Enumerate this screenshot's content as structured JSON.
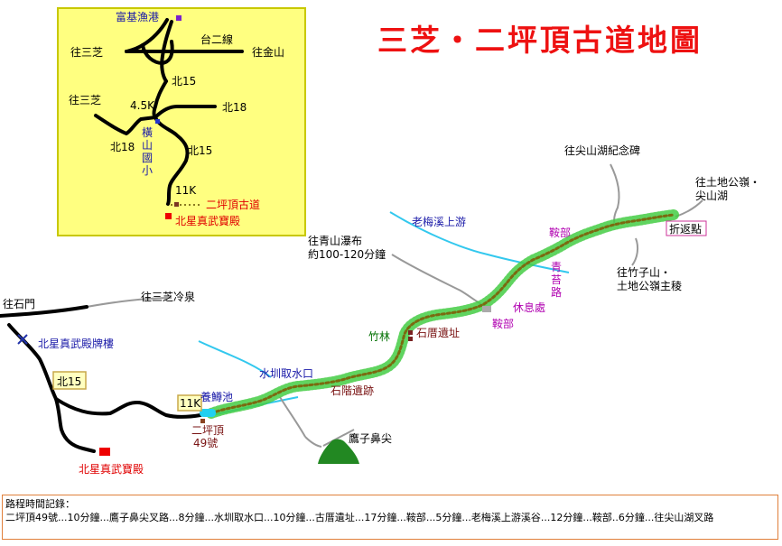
{
  "title": "三芝・二坪頂古道地圖",
  "inset": {
    "labels": {
      "fuji_harbor": "富基漁港",
      "to_sanzhi_top": "往三芝",
      "tai2": "台二線",
      "to_jinshan": "往金山",
      "bei15_a": "北15",
      "to_sanzhi_mid": "往三芝",
      "k45": "4.5K",
      "bei18_right": "北18",
      "hengshan": "橫山國小",
      "bei18_left": "北18",
      "bei15_b": "北15",
      "k11": "11K",
      "trail": "二坪頂古道",
      "temple": "北星真武寶殿"
    }
  },
  "main": {
    "labels": {
      "to_memorial": "往尖山湖紀念碑",
      "to_tudi": "往土地公嶺・",
      "to_tudi_2": "尖山湖",
      "laomei": "老梅溪上游",
      "saddle_1": "鞍部",
      "turnback": "折返點",
      "to_qingshan": "往青山瀑布",
      "qingshan_time": "約100-120分鐘",
      "qingtai_1": "青",
      "qingtai_2": "苔",
      "qingtai_3": "路",
      "to_zhuzishan": "往竹子山・",
      "to_zhuzishan_2": "土地公嶺主稜",
      "rest_area": "休息處",
      "saddle_2": "鞍部",
      "to_sanzhi_cold": "往三芝冷泉",
      "to_shimen": "往石門",
      "bamboo": "竹林",
      "old_house": "石厝遺址",
      "gate": "北星真武殿牌樓",
      "intake": "水圳取水口",
      "bei15": "北15",
      "stone_steps": "石階遺跡",
      "k11": "11K",
      "pond": "養鱒池",
      "erpingding": "二坪頂",
      "no49": "49號",
      "hawk_nose": "鷹子鼻尖",
      "temple": "北星真武寶殿"
    }
  },
  "route_log": {
    "heading": "路程時間記錄：",
    "text": "二坪頂49號...10分鐘...鷹子鼻尖叉路...8分鐘...水圳取水口...10分鐘...古厝遺址...17分鐘...鞍部...5分鐘...老梅溪上游溪谷...12分鐘...鞍部..6分鐘...往尖山湖叉路"
  },
  "colors": {
    "inset_bg": "#ffff80",
    "title": "#ee1111",
    "trail": "#7a6a10",
    "vegetation": "#33bb33",
    "water": "#33c8ee",
    "road": "#000000",
    "path": "#999999"
  }
}
